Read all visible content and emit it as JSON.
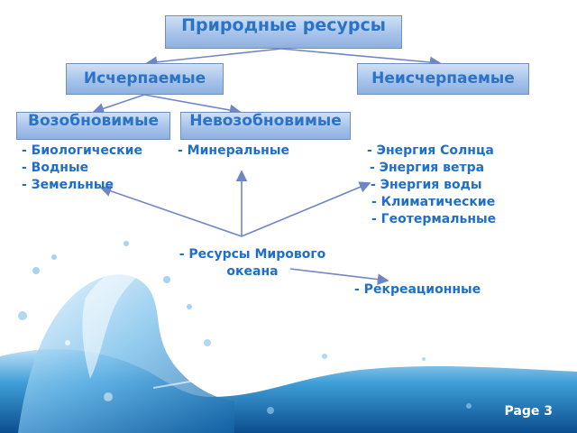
{
  "root": "Природные ресурсы",
  "exhaustible": "Исчерпаемые",
  "inexhaustible": "Неисчерпаемые",
  "renewable": "Возобновимые",
  "nonrenewable": "Невозобновимые",
  "renewable_items": [
    "- Биологические",
    "- Водные",
    "- Земельные"
  ],
  "nonrenewable_items": [
    "-  Минеральные"
  ],
  "inexhaustible_items": [
    "- Энергия Солнца",
    "- Энергия ветра",
    "- Энергия воды",
    "- Климатические",
    "- Геотермальные"
  ],
  "ocean": [
    "- Ресурсы Мирового",
    "океана"
  ],
  "recreational": "- Рекреационные",
  "page_label": "Page 3",
  "colors": {
    "text": "#1f6fc9",
    "box": "#a7c3ea",
    "line": "#6f86c6"
  }
}
